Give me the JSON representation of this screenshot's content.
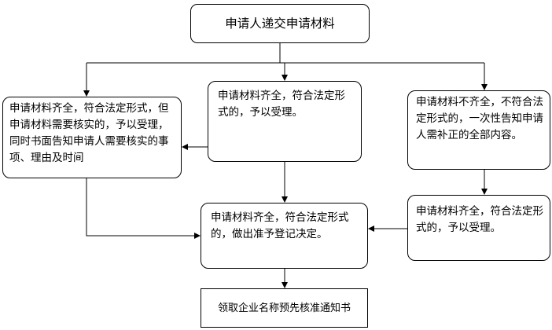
{
  "flowchart": {
    "submit": "申请人递交申请材料",
    "complete_needs_verification": "申请材料齐全，符合法定形式，但申请材料需要核实的，予以受理，同时书面告知申请人需要核实的事项、理由及时间",
    "complete_accept": "申请材料齐全，符合法定形式的，予以受理。",
    "incomplete": "申请材料不齐全，不符合法定形式的，一次性告知申请人需补正的全部内容。",
    "supplemented_accept": "申请材料齐全，符合法定形式的，予以受理。",
    "decision": "申请材料齐全，符合法定形式的，做出准予登记决定。",
    "notice": "领取企业名称预先核准通知书"
  }
}
